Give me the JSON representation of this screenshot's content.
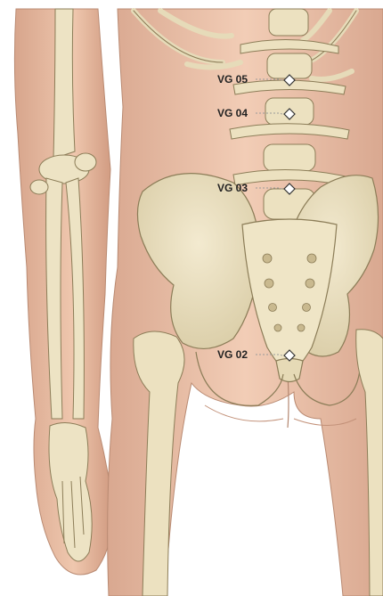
{
  "colors": {
    "background": "#ffffff",
    "skin": "#e9c3ab",
    "skin_shadow": "#c99a82",
    "bone": "#ede3c4",
    "bone_shadow": "#c2b48c",
    "bone_outline": "#8c7d58",
    "label_text": "#222222",
    "marker_fill": "#ffffff"
  },
  "acupoints": [
    {
      "label": "VG 05"
    },
    {
      "label": "VG 04"
    },
    {
      "label": "VG 03"
    },
    {
      "label": "VG 02"
    }
  ]
}
